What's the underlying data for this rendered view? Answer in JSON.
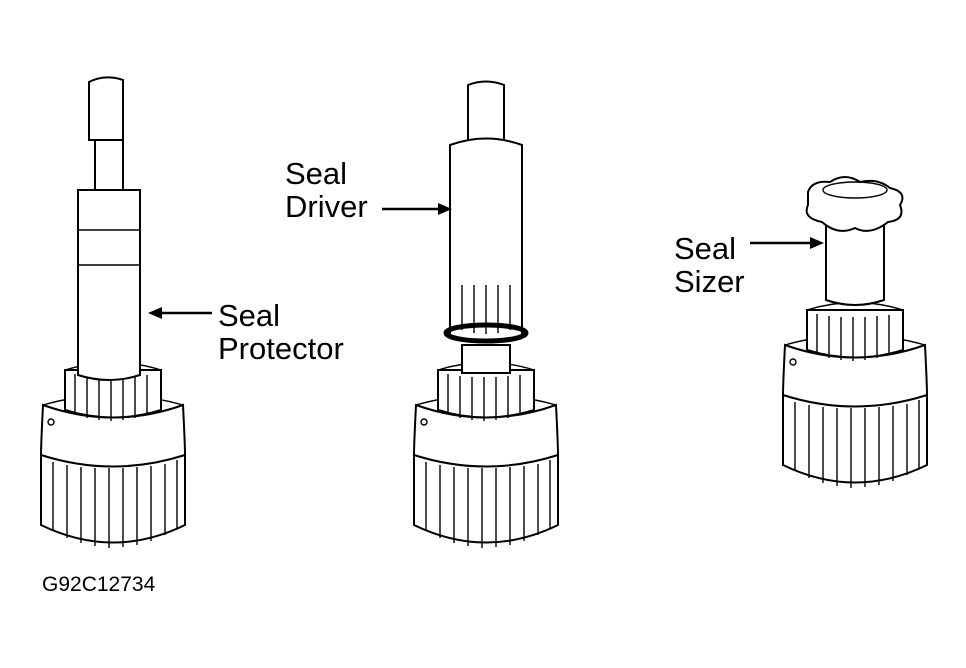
{
  "labels": {
    "seal_protector": [
      "Seal",
      "Protector"
    ],
    "seal_driver": [
      "Seal",
      "Driver"
    ],
    "seal_sizer": [
      "Seal",
      "Sizer"
    ]
  },
  "figure_id": "G92C12734"
}
